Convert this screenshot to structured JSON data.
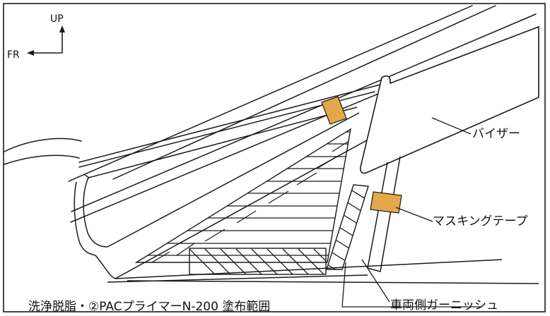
{
  "orientation": {
    "up_label": "UP",
    "front_label": "FR"
  },
  "callouts": {
    "visor": "バイザー",
    "masking_tape": "マスキングテープ",
    "garnish": "車両側ガーニッシュ",
    "cleaning_area": "洗浄脱脂・②PACプライマーN-200 塗布範囲"
  },
  "colors": {
    "tape": "#E4A84A",
    "line": "#1a1a1a",
    "background": "#ffffff"
  }
}
